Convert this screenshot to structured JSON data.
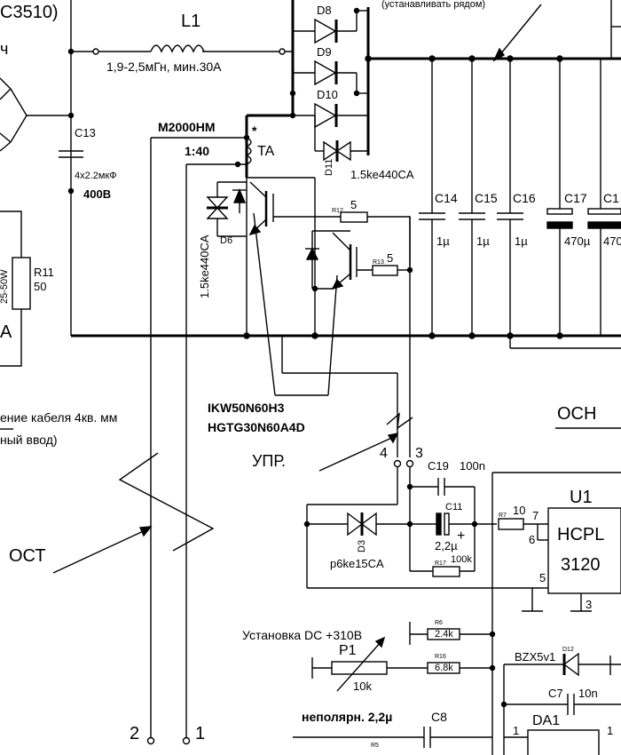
{
  "header": {
    "top_note": "(устанавливать рядом)",
    "part_ref": "C3510)",
    "left_frag": "ч"
  },
  "inductor": {
    "ref": "L1",
    "value": "1,9-2,5мГн, мин.30А"
  },
  "diodes": {
    "d8": "D8",
    "d9": "D9",
    "d10": "D10",
    "d11": "D11",
    "d11_value": "1.5ke440CA",
    "d6": "D6",
    "d6_value": "1.5ke440CA",
    "d3": "D3",
    "d3_value": "p6ke15CA",
    "d12": "D12",
    "d12_value": "BZX5v1"
  },
  "c13": {
    "ref": "C13",
    "value": "4х2.2мкФ",
    "voltage": "400В"
  },
  "transformer": {
    "core": "M2000HM",
    "ratio": "1:40",
    "ref": "TA",
    "dot": "*"
  },
  "resistors": {
    "r11": "R11",
    "r11_value": "50",
    "r11_power": "25-50W",
    "r12": "R12",
    "r12_value": "5",
    "r13": "R13",
    "r13_value": "5",
    "r7": "R7",
    "r7_value": "10",
    "r17": "R17",
    "r17_value": "100k",
    "r6": "R6",
    "r6_value": "2.4k",
    "r16": "R16",
    "r16_value": "6.8k",
    "r5": "R5"
  },
  "caps": {
    "c14": "C14",
    "c15": "C15",
    "c16": "C16",
    "c17": "C17",
    "c1x": "C1",
    "c14_value": "1µ",
    "c15_value": "1µ",
    "c16_value": "1µ",
    "c17_value": "470µ",
    "c1x_value": "470",
    "c19": "C19",
    "c19_value": "100n",
    "c11": "C11",
    "c11_value": "2,2µ",
    "c11_plus": "+",
    "c7": "C7",
    "c7_value": "10n",
    "c8": "C8",
    "c8_note": "неполярн. 2,2µ"
  },
  "transistors": {
    "part1": "IKW50N60H3",
    "part2": "HGTG30N60A4D"
  },
  "labels": {
    "cable_1": "ение кабеля 4кв. мм",
    "cable_2": "ный ввод)",
    "a_frag": "A",
    "osn": "ОСН",
    "upr": "УПР.",
    "ost": "ОСТ",
    "dc_setup": "Установка DC +310В"
  },
  "pins": {
    "p4": "4",
    "p3": "3",
    "p7": "7",
    "p6": "6",
    "p5": "5",
    "p5b": "5",
    "p3b": "3",
    "p1": "1",
    "p2": "2",
    "p1b": "1",
    "p1c": "1"
  },
  "ic": {
    "ref": "U1",
    "line1": "HCPL",
    "line2": "3120",
    "da1": "DA1"
  },
  "pot": {
    "ref": "P1",
    "value": "10k"
  }
}
